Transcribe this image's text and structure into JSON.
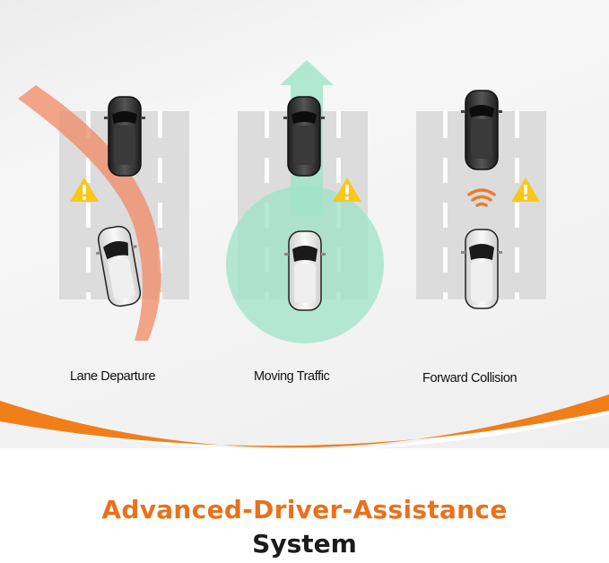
{
  "features": [
    {
      "label": "Lane Departure",
      "effect": "orange-curved-path",
      "warning_icon": "warning-triangle-icon"
    },
    {
      "label": "Moving Traffic",
      "effect": "green-circle-and-forward-arrow",
      "warning_icon": "warning-triangle-icon"
    },
    {
      "label": "Forward Collision",
      "effect": "orange-signal-waves",
      "warning_icon": "warning-triangle-icon"
    }
  ],
  "title": {
    "line1": "Advanced-Driver-Assistance",
    "line2": "System"
  },
  "colors": {
    "accent_orange": "#f07f1a",
    "title_orange": "#e8711c",
    "lane_path": "#f2a383",
    "traffic_green": "#9fe3c8",
    "warning_yellow": "#f7c81a",
    "road_gray": "#dadada"
  }
}
